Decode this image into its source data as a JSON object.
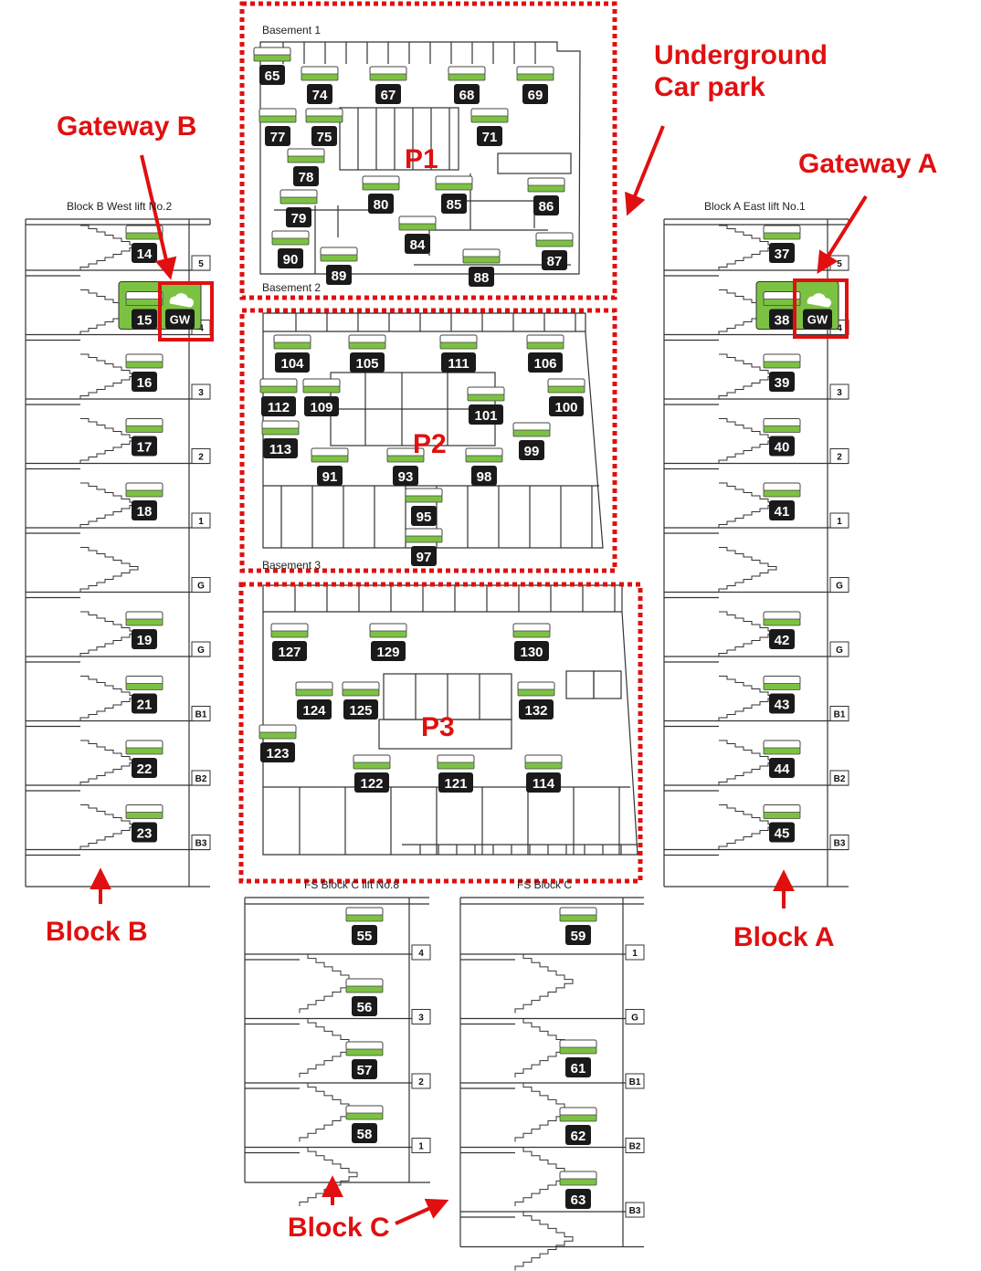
{
  "annotations": {
    "gateway_b": "Gateway B",
    "gateway_a": "Gateway A",
    "underground": "Underground\nCar park",
    "block_b": "Block B",
    "block_a": "Block A",
    "block_c": "Block C"
  },
  "captions": {
    "block_b_title": "Block B West lift No.2",
    "block_a_title": "Block A East lift No.1",
    "block_c_title": "FS Block C lift No.8",
    "block_c2_title": "FS Block C",
    "basement1": "Basement 1",
    "basement2": "Basement 2",
    "basement3": "Basement 3"
  },
  "zones": {
    "p1": "P1",
    "p2": "P2",
    "p3": "P3"
  },
  "gateway_label": "GW",
  "colors": {
    "accent_red": "#e01010",
    "device_green": "#7cc242",
    "badge_dark": "#1a1a1a"
  },
  "block_b": {
    "floors": [
      "5",
      "4",
      "3",
      "2",
      "1",
      "G",
      "G",
      "B1",
      "B2",
      "B3"
    ],
    "devices": [
      "14",
      "15",
      "16",
      "17",
      "18",
      "19",
      "21",
      "22",
      "23"
    ]
  },
  "block_a": {
    "floors": [
      "5",
      "4",
      "3",
      "2",
      "1",
      "G",
      "G",
      "B1",
      "B2",
      "B3"
    ],
    "devices": [
      "37",
      "38",
      "39",
      "40",
      "41",
      "42",
      "43",
      "44",
      "45"
    ]
  },
  "block_c": {
    "floors": [
      "4",
      "3",
      "2",
      "1"
    ],
    "devices": [
      "55",
      "56",
      "57",
      "58"
    ]
  },
  "block_c2": {
    "floors": [
      "1",
      "G",
      "B1",
      "B2",
      "B3"
    ],
    "devices": [
      "59",
      "61",
      "62",
      "63"
    ]
  },
  "p1_devices": [
    "65",
    "74",
    "67",
    "68",
    "69",
    "77",
    "75",
    "71",
    "78",
    "80",
    "85",
    "86",
    "79",
    "84",
    "90",
    "89",
    "88",
    "87"
  ],
  "p2_devices": [
    "104",
    "105",
    "111",
    "106",
    "112",
    "109",
    "101",
    "100",
    "113",
    "99",
    "91",
    "93",
    "98",
    "95",
    "97"
  ],
  "p3_devices": [
    "127",
    "129",
    "130",
    "124",
    "125",
    "132",
    "123",
    "122",
    "121",
    "114"
  ]
}
